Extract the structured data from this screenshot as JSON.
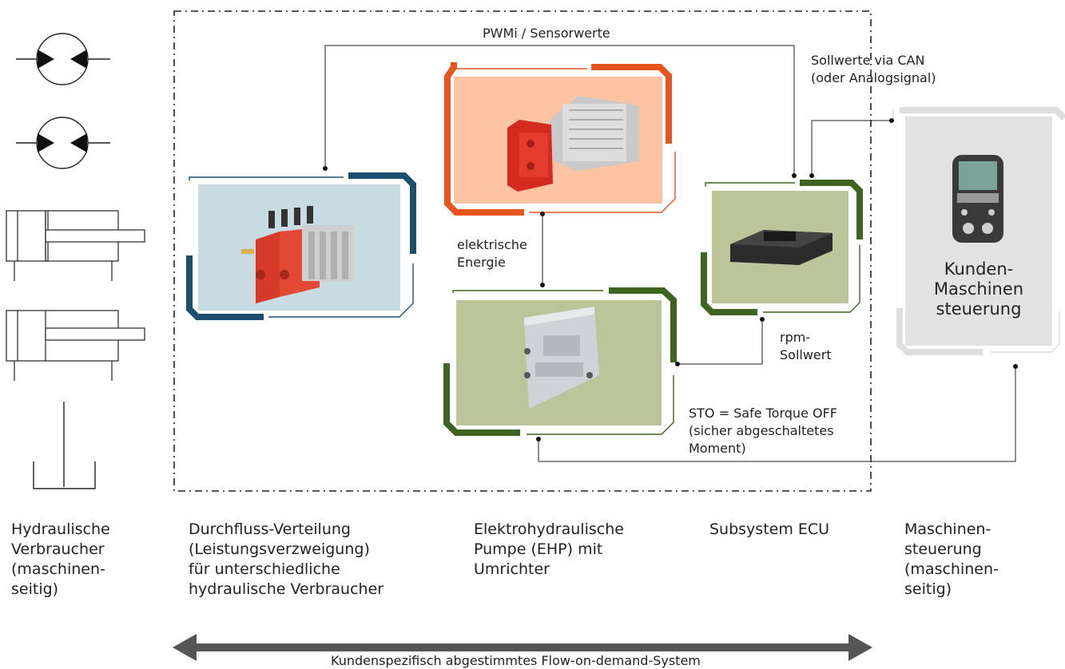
{
  "labels": {
    "pwmi": "PWMi / Sensorwerte",
    "sollwerte": "Sollwerte via CAN\n(oder Analogsignal)",
    "energie": "elektrische\nEnergie",
    "rpm": "rpm-\nSollwert",
    "sto": "STO = Safe Torque OFF\n(sicher abgeschaltetes\nMoment)",
    "controller": "Kunden-\nMaschinen\nsteuerung"
  },
  "columns": [
    {
      "label": "Hydraulische\nVerbraucher\n(maschinen-\nseitig)"
    },
    {
      "label": "Durchfluss-Verteilung\n(Leistungsverzweigung)\nfür unterschiedliche\nhydraulische Verbraucher"
    },
    {
      "label": "Elektrohydraulische\nPumpe (EHP) mit\nUmrichter"
    },
    {
      "label": "Subsystem ECU"
    },
    {
      "label": "Maschinen-\nsteuerung\n(maschinen-\nseitig)"
    }
  ],
  "footer": {
    "system_label": "Kundenspezifisch abgestimmtes Flow-on-demand-System"
  },
  "colors": {
    "blue_frame": "#1c4f6e",
    "orange_frame": "#e8541e",
    "green_frame": "#3f6422",
    "grey_frame": "#d8d8d8",
    "arrow": "#555555"
  }
}
